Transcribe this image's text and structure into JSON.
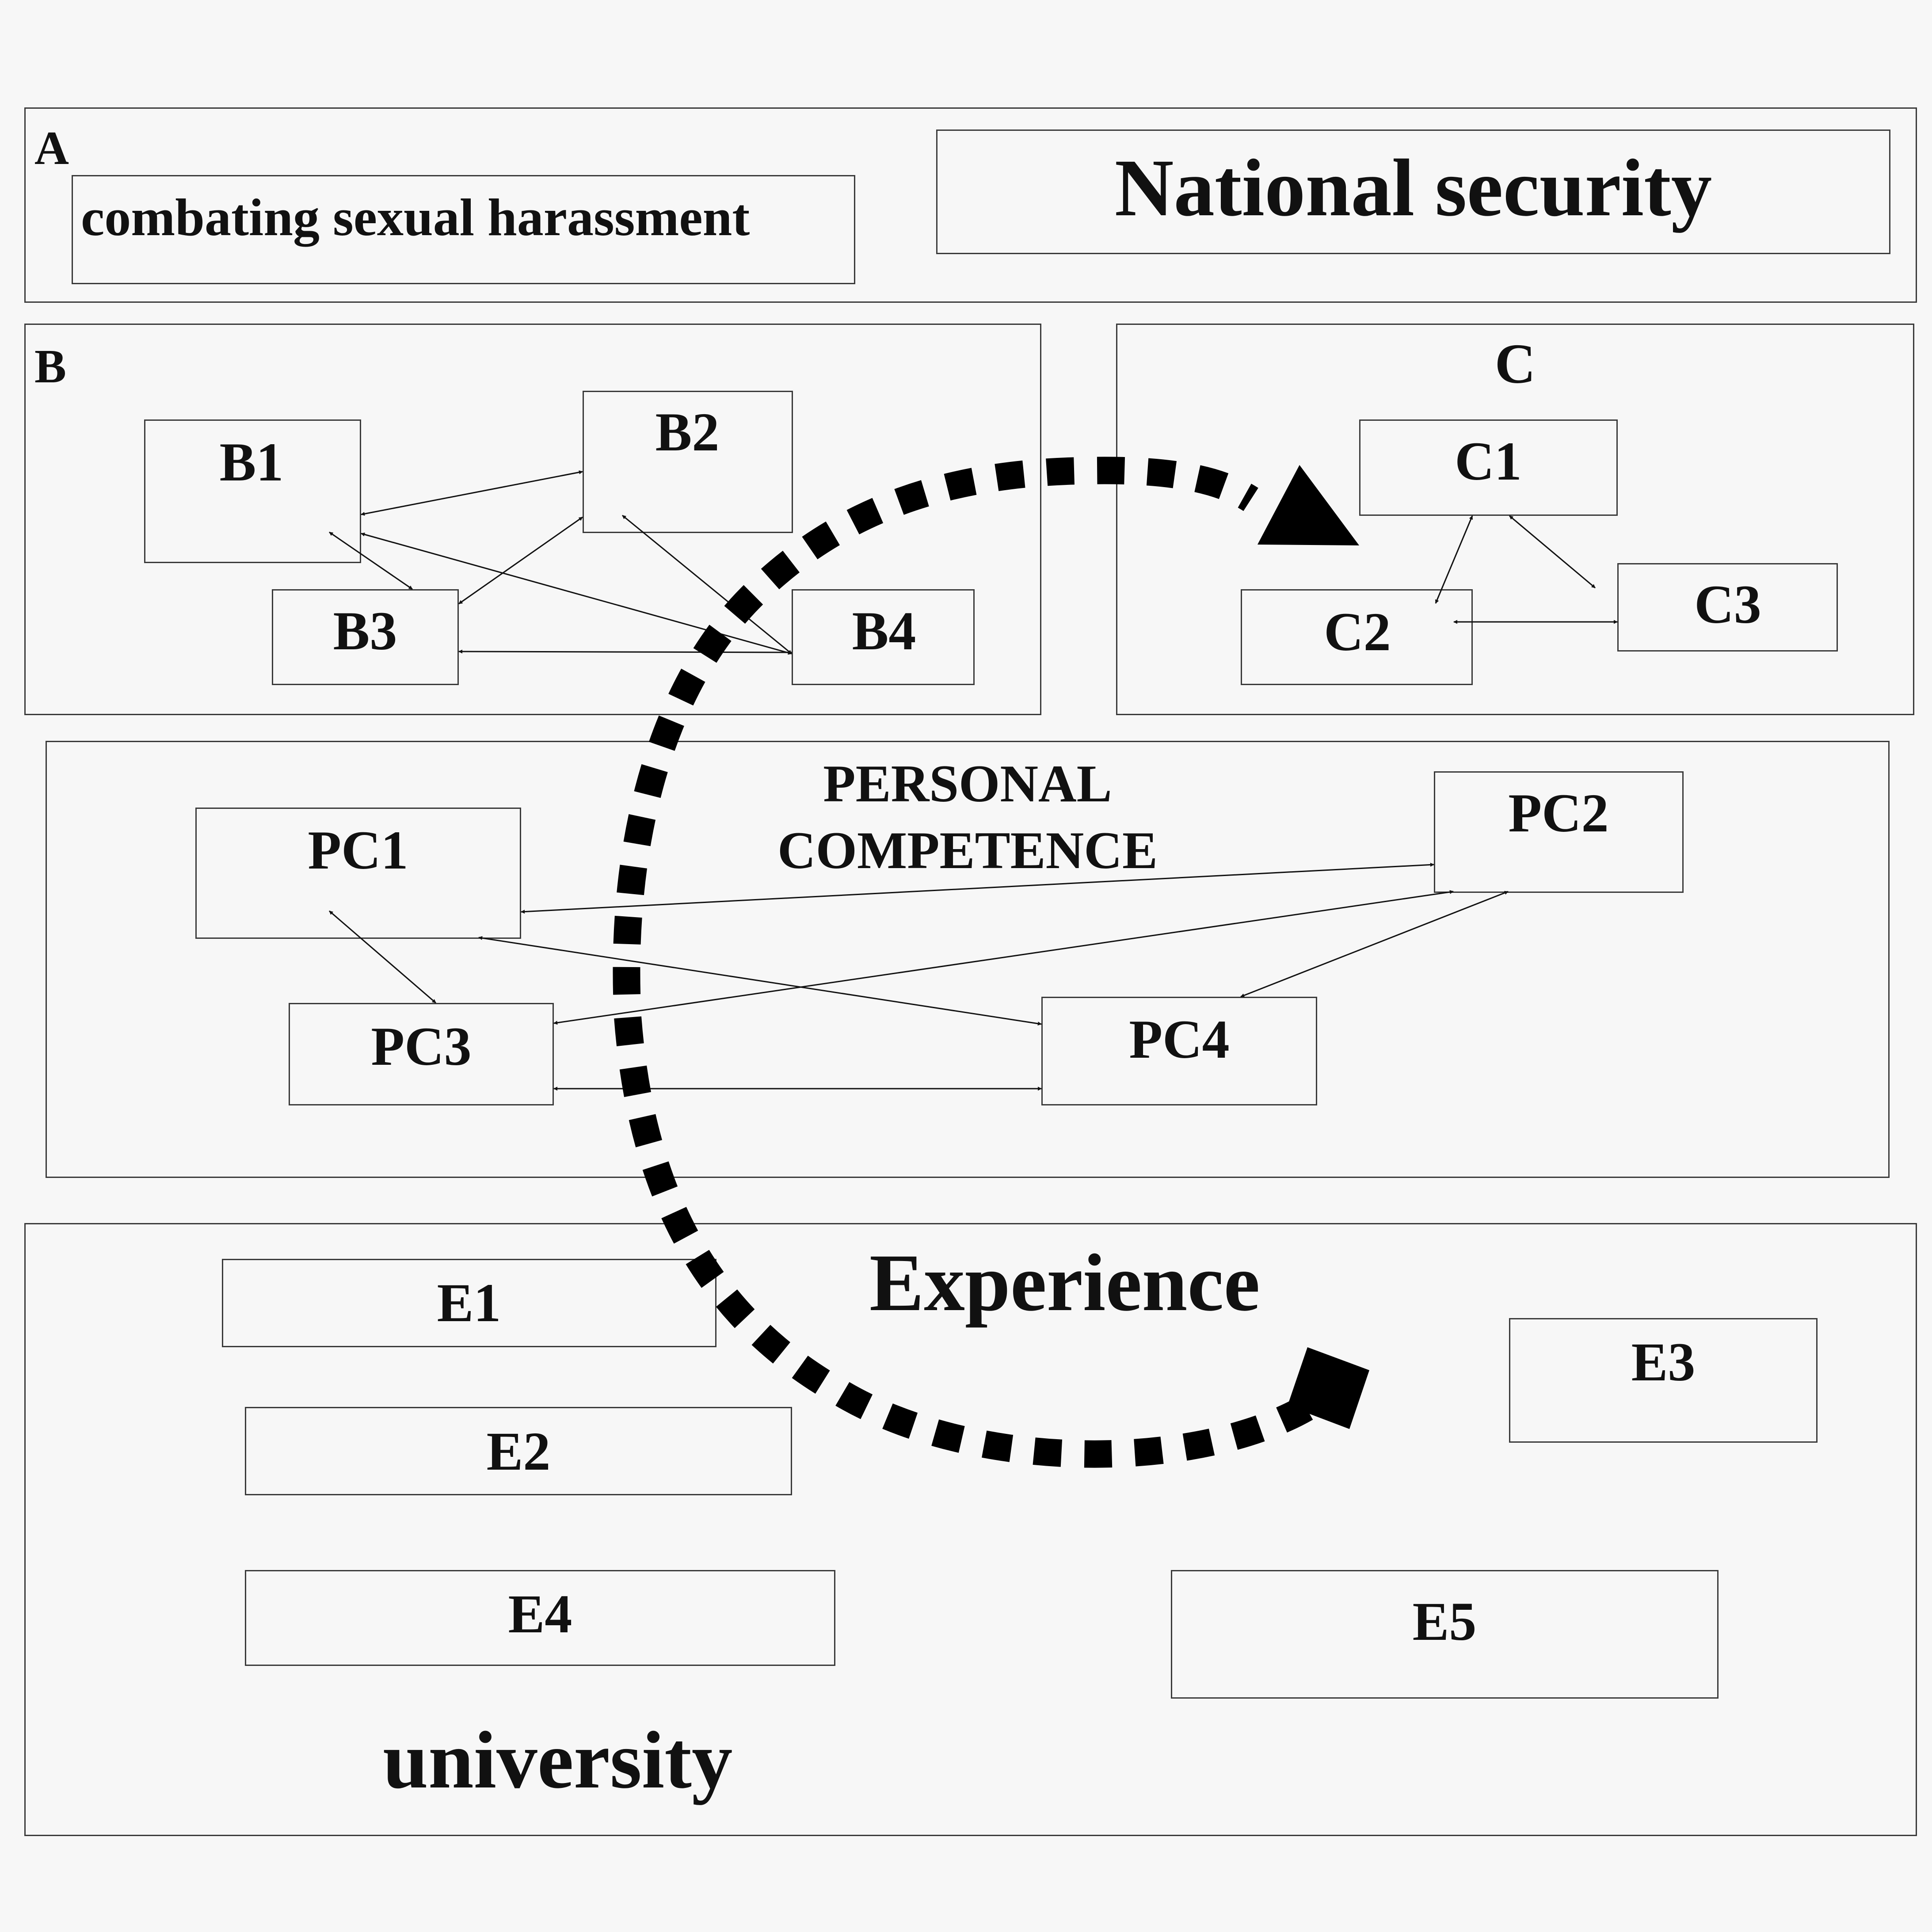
{
  "panel_a": {
    "letter": "A",
    "left_box": "combating sexual harassment",
    "right_box": "National security"
  },
  "panel_b": {
    "letter": "B",
    "nodes": {
      "b1": "B1",
      "b2": "B2",
      "b3": "B3",
      "b4": "B4"
    }
  },
  "panel_c": {
    "letter": "C",
    "nodes": {
      "c1": "C1",
      "c2": "C2",
      "c3": "C3"
    }
  },
  "panel_pc": {
    "title_line1": "PERSONAL",
    "title_line2": "COMPETENCE",
    "nodes": {
      "pc1": "PC1",
      "pc2": "PC2",
      "pc3": "PC3",
      "pc4": "PC4"
    }
  },
  "panel_e": {
    "title": "Experience",
    "footer": "university",
    "nodes": {
      "e1": "E1",
      "e2": "E2",
      "e3": "E3",
      "e4": "E4",
      "e5": "E5"
    }
  },
  "connections": [
    [
      "B1",
      "B2"
    ],
    [
      "B1",
      "B3"
    ],
    [
      "B1",
      "B4"
    ],
    [
      "B2",
      "B3"
    ],
    [
      "B2",
      "B4"
    ],
    [
      "B3",
      "B4"
    ],
    [
      "C1",
      "C2"
    ],
    [
      "C1",
      "C3"
    ],
    [
      "C2",
      "C3"
    ],
    [
      "PC1",
      "PC2"
    ],
    [
      "PC1",
      "PC3"
    ],
    [
      "PC1",
      "PC4"
    ],
    [
      "PC2",
      "PC3"
    ],
    [
      "PC2",
      "PC4"
    ],
    [
      "PC3",
      "PC4"
    ]
  ],
  "flow_arrow": {
    "style": "dashed",
    "from": "Experience",
    "to": "C"
  }
}
